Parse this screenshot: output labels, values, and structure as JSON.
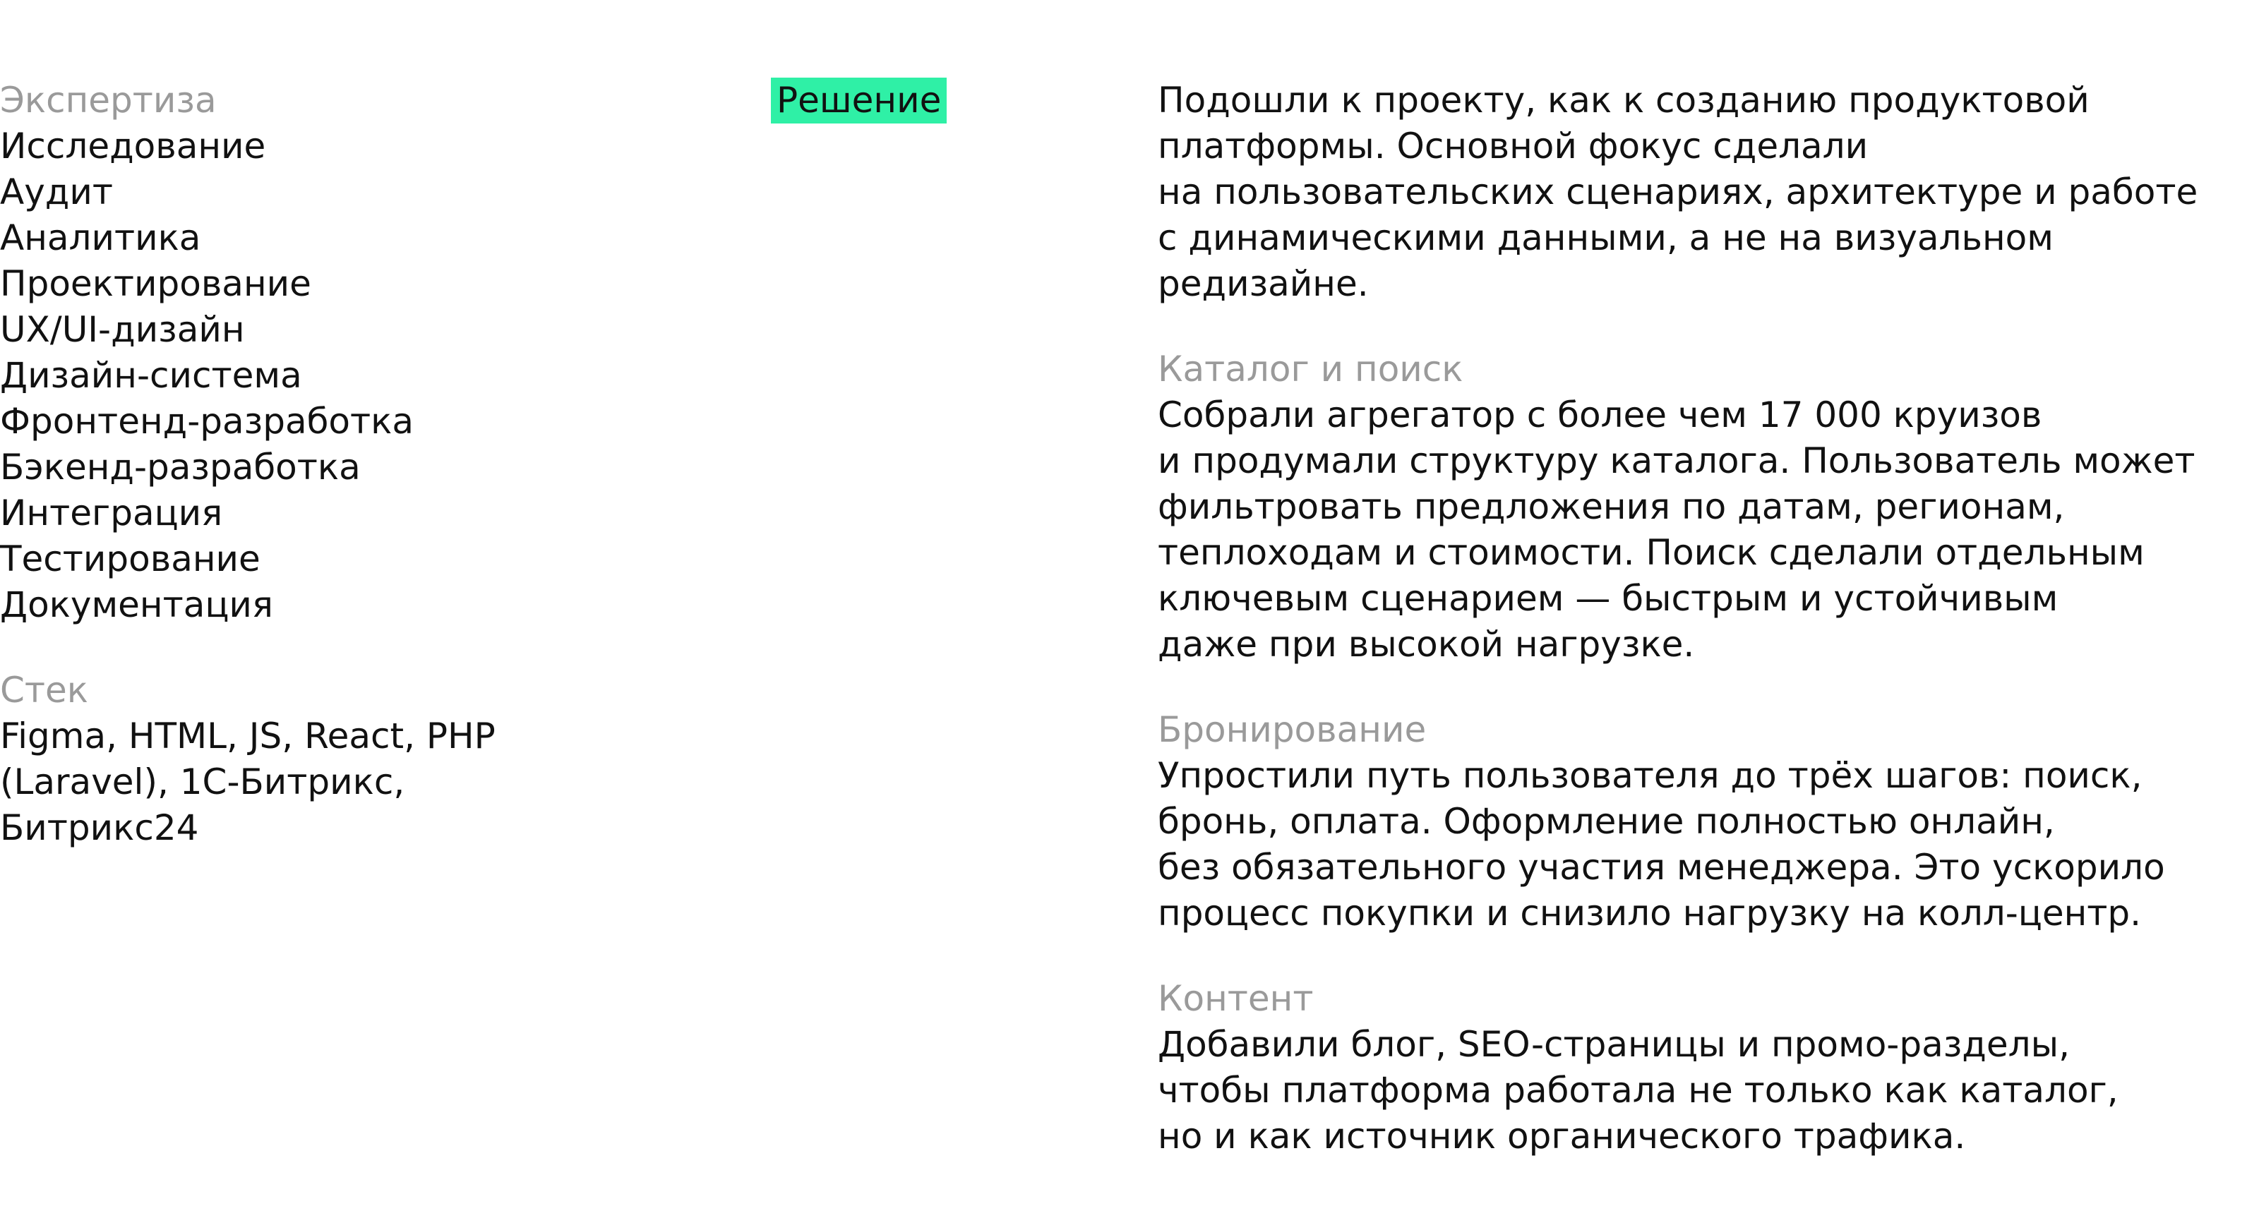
{
  "expertise": {
    "label": "Экспертиза",
    "items": [
      "Исследование",
      "Аудит",
      "Аналитика",
      "Проектирование",
      "UX/UI-дизайн",
      "Дизайн-система",
      "Фронтенд-разработка",
      "Бэкенд-разработка",
      "Интеграция",
      "Тестирование",
      "Документация"
    ]
  },
  "stack": {
    "label": "Стек",
    "lines": [
      "Figma, HTML, JS, React, PHP",
      "(Laravel), 1С-Битрикс,",
      "Битрикс24"
    ]
  },
  "section_tag": "Решение",
  "solution": {
    "intro": [
      "Подошли к проекту, как к созданию продуктовой",
      "платформы. Основной фокус сделали",
      "на пользовательских сценариях, архитектуре и работе",
      "с динамическими данными, а не на визуальном",
      "редизайне."
    ],
    "catalog": {
      "label": "Каталог и поиск",
      "lines": [
        "Собрали агрегатор с более чем 17 000 круизов",
        "и продумали структуру каталога. Пользователь может",
        "фильтровать предложения по датам, регионам,",
        "теплоходам и стоимости. Поиск сделали отдельным",
        "ключевым сценарием — быстрым и устойчивым",
        "даже при высокой нагрузке."
      ]
    },
    "booking": {
      "label": "Бронирование",
      "lines": [
        "Упростили путь пользователя до трёх шагов: поиск,",
        "бронь, оплата. Оформление полностью онлайн,",
        "без обязательного участия менеджера. Это ускорило",
        "процесс покупки и снизило нагрузку на колл-центр."
      ]
    },
    "content": {
      "label": "Контент",
      "lines": [
        "Добавили блог, SEO-страницы и промо-разделы,",
        "чтобы платформа работала не только как каталог,",
        "но и как источник органического трафика."
      ]
    }
  }
}
